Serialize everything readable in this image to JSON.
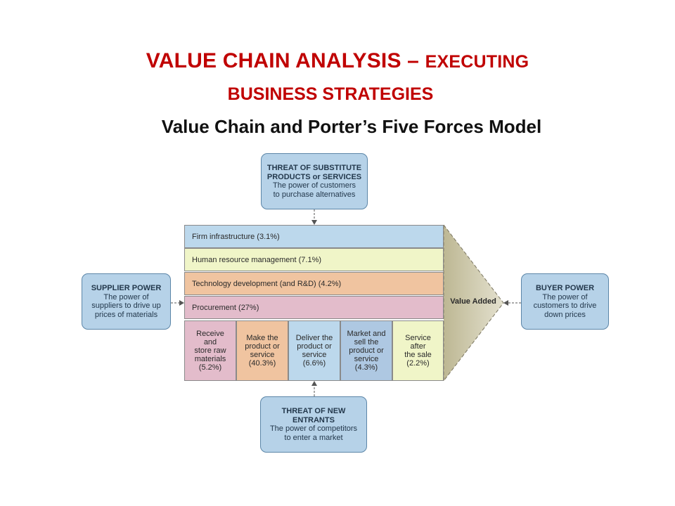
{
  "header": {
    "title_main": "VALUE CHAIN ANALYSIS –",
    "title_small": "EXECUTING",
    "title_line2": "BUSINESS STRATEGIES",
    "subtitle": "Value Chain and Porter’s Five Forces Model"
  },
  "forces": {
    "substitutes": {
      "title_lines": [
        "THREAT OF SUBSTITUTE",
        "PRODUCTS or SERVICES"
      ],
      "desc_lines": [
        "The power of customers",
        "to purchase alternatives"
      ]
    },
    "supplier": {
      "title_lines": [
        "SUPPLIER POWER"
      ],
      "desc_lines": [
        "The power of",
        "suppliers to drive up",
        "prices of materials"
      ]
    },
    "buyer": {
      "title_lines": [
        "BUYER POWER"
      ],
      "desc_lines": [
        "The power of",
        "customers to drive",
        "down prices"
      ]
    },
    "entrants": {
      "title_lines": [
        "THREAT OF NEW",
        "ENTRANTS"
      ],
      "desc_lines": [
        "The power of competitors",
        "to enter a market"
      ]
    }
  },
  "support_activities": [
    "Firm infrastructure (3.1%)",
    "Human resource management (7.1%)",
    "Technology development (and R&D) (4.2%)",
    "Procurement (27%)"
  ],
  "primary_activities": [
    [
      "Receive",
      "and",
      "store raw",
      "materials",
      "(5.2%)"
    ],
    [
      "Make the",
      "product or",
      "service",
      "(40.3%)"
    ],
    [
      "Deliver the",
      "product or",
      "service",
      "(6.6%)"
    ],
    [
      "Market and",
      "sell the",
      "product or",
      "service",
      "(4.3%)"
    ],
    [
      "Service",
      "after",
      "the sale",
      "(2.2%)"
    ]
  ],
  "value_added_label": "Value Added",
  "colors": {
    "title_red": "#c00000",
    "force_box": "#b6d2e8",
    "infrastructure": "#bcd8ec",
    "hr": "#f0f5c8",
    "technology": "#f0c4a0",
    "procurement": "#e3bccb",
    "value_added": "#c9c4a6"
  }
}
